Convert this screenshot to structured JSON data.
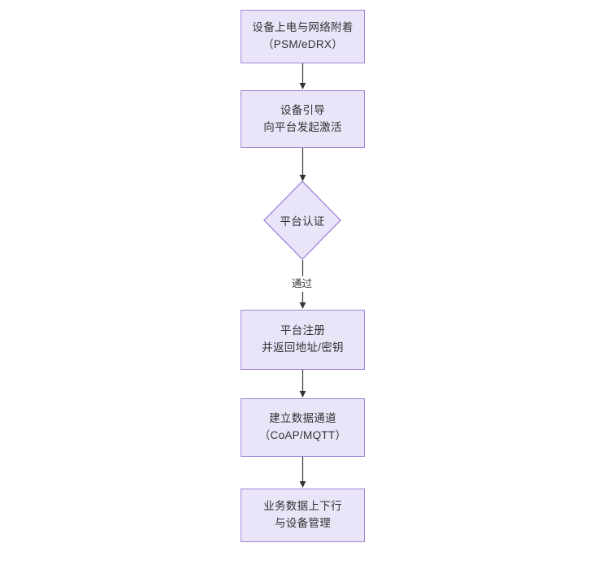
{
  "diagram": {
    "type": "flowchart",
    "orientation": "top-to-bottom",
    "background_color": "#ffffff",
    "node_fill_color": "#e9e4f8",
    "node_border_color": "#a385d8",
    "text_color": "#333333",
    "connector_color": "#333333",
    "nodes": [
      {
        "id": "n1",
        "shape": "rectangle",
        "line1": "设备上电与网络附着",
        "line2": "（PSM/eDRX）"
      },
      {
        "id": "n2",
        "shape": "rectangle",
        "line1": "设备引导",
        "line2": "向平台发起激活"
      },
      {
        "id": "n3",
        "shape": "diamond",
        "line1": "平台认证"
      },
      {
        "id": "n4",
        "shape": "rectangle",
        "line1": "平台注册",
        "line2": "并返回地址/密钥"
      },
      {
        "id": "n5",
        "shape": "rectangle",
        "line1": "建立数据通道",
        "line2": "（CoAP/MQTT）"
      },
      {
        "id": "n6",
        "shape": "rectangle",
        "line1": "业务数据上下行",
        "line2": "与设备管理"
      }
    ],
    "edges": [
      {
        "id": "e1",
        "from": "n1",
        "to": "n2",
        "label": ""
      },
      {
        "id": "e2",
        "from": "n2",
        "to": "n3",
        "label": ""
      },
      {
        "id": "e3",
        "from": "n3",
        "to": "n4",
        "label": "通过"
      },
      {
        "id": "e4",
        "from": "n4",
        "to": "n5",
        "label": ""
      },
      {
        "id": "e5",
        "from": "n5",
        "to": "n6",
        "label": ""
      }
    ]
  }
}
